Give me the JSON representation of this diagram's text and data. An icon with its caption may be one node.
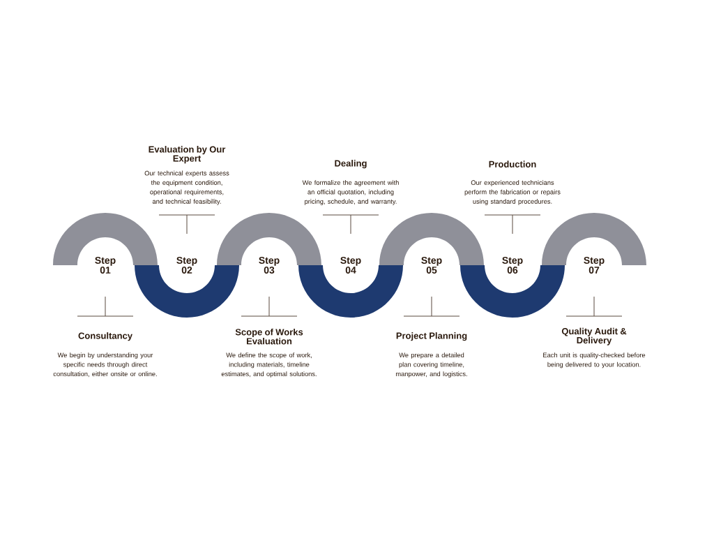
{
  "diagram": {
    "nodes": [
      {
        "text": [
          "Step 01"
        ]
      },
      {
        "text": [
          "Step 02"
        ]
      },
      {
        "text": [
          "Step 03"
        ]
      },
      {
        "text": [
          "Step 04"
        ]
      },
      {
        "text": [
          "Step 05"
        ]
      },
      {
        "text": [
          "Step 06"
        ]
      },
      {
        "text": [
          "Step 07"
        ]
      },
      {
        "text": [
          "Consultancy",
          "We begin by understanding your specific needs through direct consultation, either onsite or online."
        ]
      },
      {
        "text": [
          "Evaluation by Our Expert",
          "Our technical experts assess the equipment condition, operational requirements, and technical feasibility."
        ]
      },
      {
        "text": [
          "Scope of Works Evaluation",
          "We define the scope of work, including materials, timeline estimates, and optimal solutions."
        ]
      },
      {
        "text": [
          "Dealing",
          "We formalize the agreement with an official quotation, including pricing, schedule, and warranty."
        ]
      },
      {
        "text": [
          "Project Planning",
          "We prepare a detailed plan covering timeline, manpower, and logistics."
        ]
      },
      {
        "text": [
          "Production",
          "Our experienced technicians perform the fabrication or repairs using standard procedures."
        ]
      },
      {
        "text": [
          "Quality Audit & Delivery",
          "Each unit is quality-checked before being delivered to your location."
        ]
      }
    ],
    "edges": [
      {
        "from": 7,
        "to": 0,
        "arrow": "none"
      },
      {
        "from": 8,
        "to": 1,
        "arrow": "none"
      },
      {
        "from": 9,
        "to": 2,
        "arrow": "none"
      },
      {
        "from": 10,
        "to": 3,
        "arrow": "none"
      },
      {
        "from": 11,
        "to": 4,
        "arrow": "none"
      },
      {
        "from": 12,
        "to": 5,
        "arrow": "none"
      },
      {
        "from": 13,
        "to": 6,
        "arrow": "none"
      }
    ]
  }
}
